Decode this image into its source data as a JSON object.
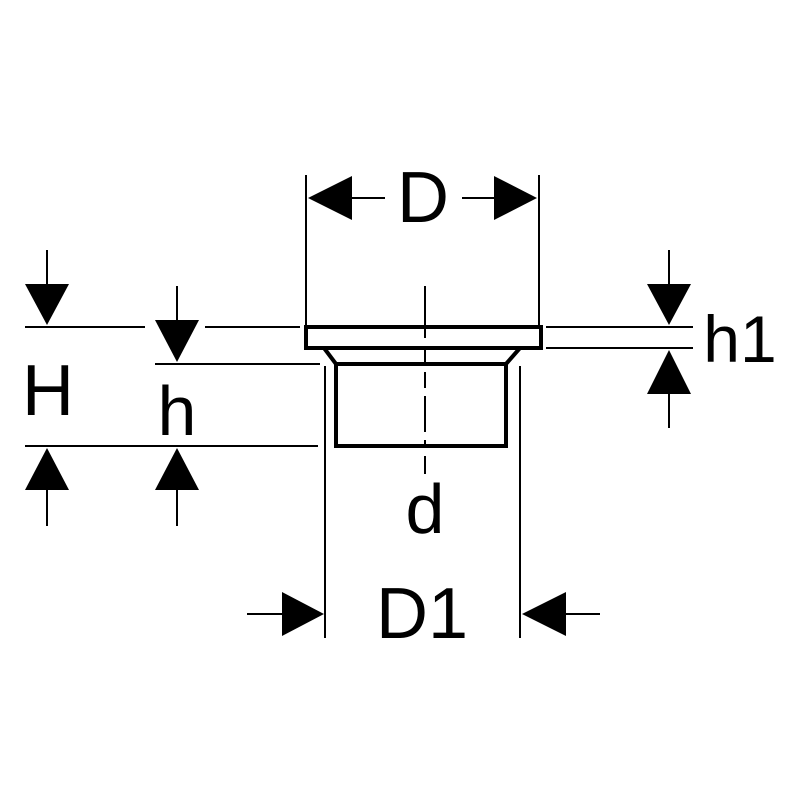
{
  "labels": {
    "D": "D",
    "D1": "D1",
    "d": "d",
    "H": "H",
    "h": "h",
    "h1": "h1"
  },
  "colors": {
    "stroke": "#000000",
    "background": "#ffffff"
  }
}
